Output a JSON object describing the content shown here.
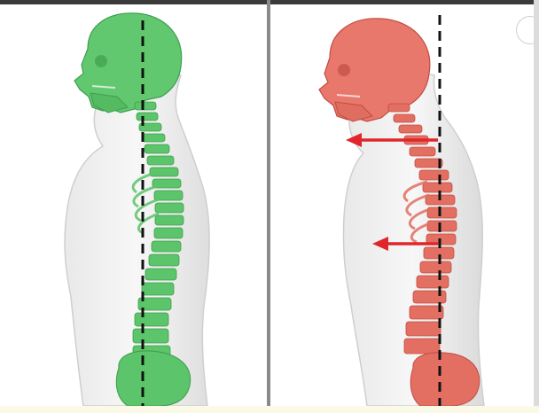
{
  "image": {
    "description_type": "illustration",
    "panels": [
      {
        "id": "good-posture",
        "spine_color": "#5cc46a",
        "spine_dark": "#3e9e4c",
        "has_arrows": false
      },
      {
        "id": "forward-head-posture",
        "spine_color": "#e26f62",
        "spine_dark": "#c24d42",
        "has_arrows": true
      }
    ],
    "reference_line_color": "#111111",
    "arrow_color": "#e0262b"
  }
}
